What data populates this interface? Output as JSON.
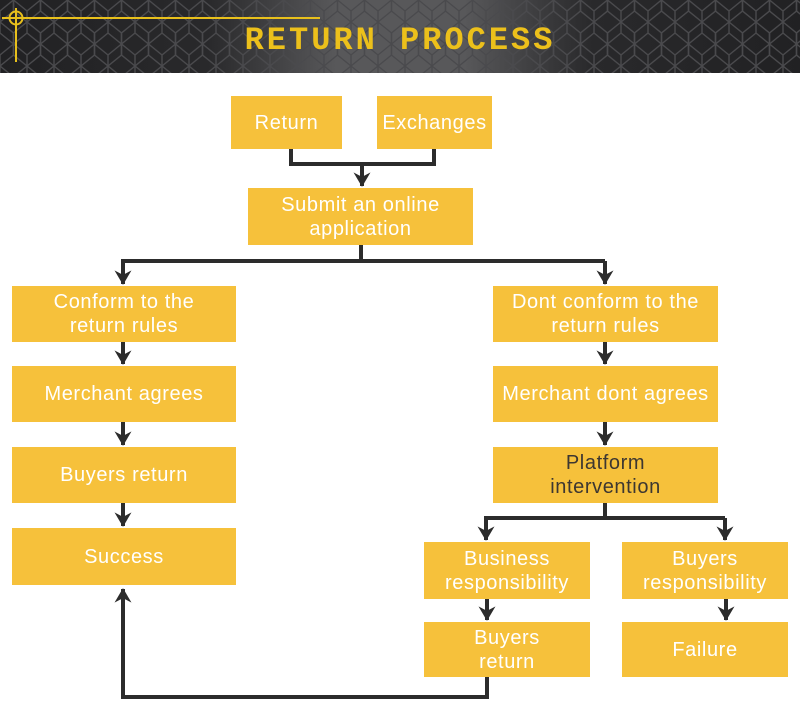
{
  "header": {
    "title": "RETURN PROCESS",
    "bg_color": "#28282a",
    "mesh_color": "#4a4a4d",
    "title_color": "#ecc01b",
    "accent_color": "#e8c01c"
  },
  "colors": {
    "node_fill": "#f6c13b",
    "node_text": "#ffffff",
    "platform_node_text": "#3d3731",
    "connector": "#2c2c2c",
    "page_background": "#ffffff"
  },
  "nodes": {
    "return": {
      "line1": "Return"
    },
    "exchanges": {
      "line1": "Exchanges"
    },
    "submit": {
      "line1": "Submit an online",
      "line2": "application"
    },
    "conform": {
      "line1": "Conform to the",
      "line2": "return rules"
    },
    "merchant_agrees": {
      "line1": "Merchant agrees"
    },
    "buyers_return": {
      "line1": "Buyers return"
    },
    "success": {
      "line1": "Success"
    },
    "dont_conform": {
      "line1": "Dont conform to the",
      "line2": "return rules"
    },
    "merchant_dont": {
      "line1": "Merchant dont agrees"
    },
    "platform": {
      "line1": "Platform",
      "line2": "intervention"
    },
    "business_resp": {
      "line1": "Business",
      "line2": "responsibility"
    },
    "buyers_resp": {
      "line1": "Buyers",
      "line2": "responsibility"
    },
    "buyers_return2": {
      "line1": "Buyers",
      "line2": "return"
    },
    "failure": {
      "line1": "Failure"
    }
  }
}
